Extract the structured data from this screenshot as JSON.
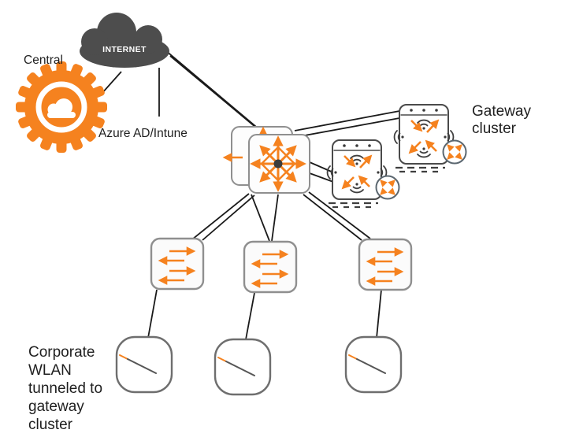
{
  "labels": {
    "central": "Central",
    "internet": "INTERNET",
    "azure_ad": "Azure AD/Intune",
    "gateway_cluster": [
      "Gateway",
      "cluster"
    ],
    "corporate_wlan": [
      "Corporate",
      "WLAN",
      "tunneled to",
      "gateway",
      "cluster"
    ]
  },
  "icons": {
    "central": "central-cloud-gear-icon",
    "internet": "internet-cloud-icon",
    "controller_cluster": "controller-cluster-icon",
    "gateway_device": "wireless-gateway-icon",
    "cluster_badge": "cluster-badge-icon",
    "switch": "switch-icon",
    "access_point": "access-point-icon",
    "wifi": "wifi-arcs-icon"
  },
  "colors": {
    "orange": "#F5821F",
    "cloud_gray": "#4D4D4D",
    "line": "#1A1A1A",
    "box_outline": "#8F8F8F",
    "device_outline": "#4A4A4A",
    "text": "#1F1F1F"
  },
  "nodes": [
    {
      "id": "central",
      "type": "management-cloud"
    },
    {
      "id": "internet",
      "type": "cloud"
    },
    {
      "id": "azure-ad",
      "type": "identity-service"
    },
    {
      "id": "controller-cluster",
      "type": "controller-pair"
    },
    {
      "id": "gateway-1",
      "type": "gateway"
    },
    {
      "id": "gateway-2",
      "type": "gateway"
    },
    {
      "id": "switch-1",
      "type": "switch"
    },
    {
      "id": "switch-2",
      "type": "switch"
    },
    {
      "id": "switch-3",
      "type": "switch"
    },
    {
      "id": "ap-1",
      "type": "access-point"
    },
    {
      "id": "ap-2",
      "type": "access-point"
    },
    {
      "id": "ap-3",
      "type": "access-point"
    }
  ],
  "connections": [
    {
      "from": "central",
      "to": "internet",
      "style": "single"
    },
    {
      "from": "internet",
      "to": "azure-ad",
      "style": "single"
    },
    {
      "from": "internet",
      "to": "controller-cluster",
      "style": "double"
    },
    {
      "from": "controller-cluster",
      "to": "gateway-2",
      "style": "double"
    },
    {
      "from": "controller-cluster",
      "to": "gateway-1",
      "style": "double"
    },
    {
      "from": "controller-cluster",
      "to": "switch-1",
      "style": "double"
    },
    {
      "from": "controller-cluster",
      "to": "switch-2",
      "style": "double"
    },
    {
      "from": "controller-cluster",
      "to": "switch-3",
      "style": "double"
    },
    {
      "from": "switch-1",
      "to": "ap-1",
      "style": "single"
    },
    {
      "from": "switch-2",
      "to": "ap-2",
      "style": "single"
    },
    {
      "from": "switch-3",
      "to": "ap-3",
      "style": "single"
    }
  ]
}
